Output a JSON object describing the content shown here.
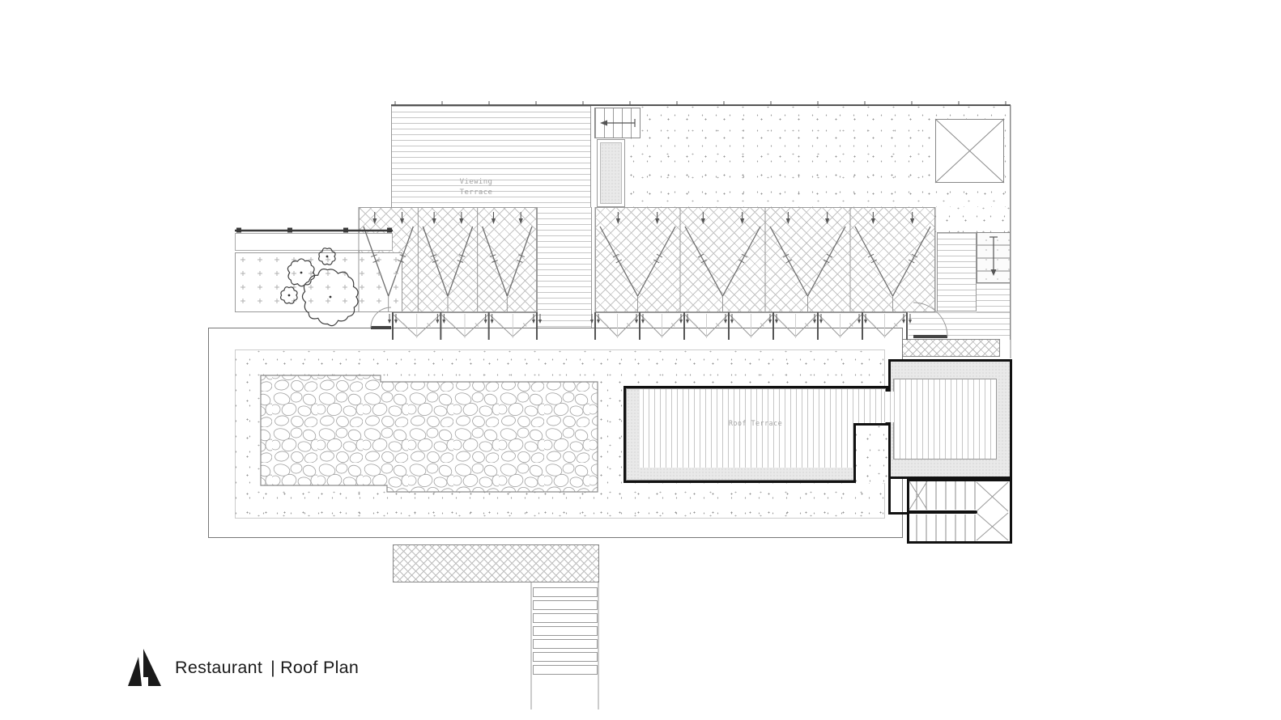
{
  "labels": {
    "viewing_terrace": {
      "line1": "Viewing",
      "line2": "Terrace"
    },
    "roof_terrace": "Roof Terrace"
  },
  "title_block": {
    "logo_icon": "mountain-logo-icon",
    "project": "Restaurant",
    "separator": "|",
    "sheet": "Roof Plan"
  },
  "colors": {
    "paper": "#ffffff",
    "ink": "#1a1a1a",
    "parapet_black": "#111111",
    "line_gray": "#999999",
    "light_fill": "#e9e9e9",
    "label_gray": "#a3a3a3"
  }
}
